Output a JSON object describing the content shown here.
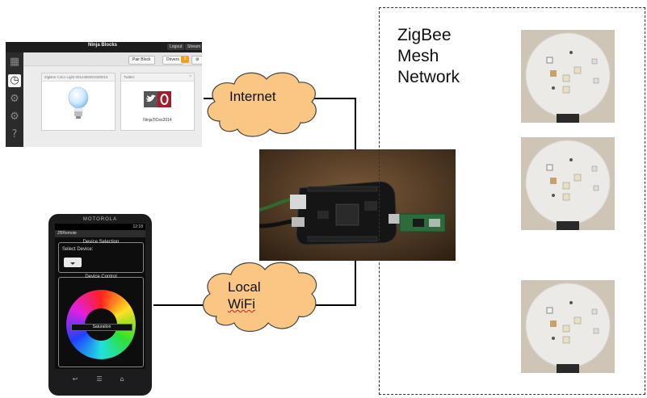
{
  "zigbee": {
    "line1": "ZigBee",
    "line2": "Mesh",
    "line3": "Network"
  },
  "clouds": {
    "internet": "Internet",
    "local_line1": "Local",
    "local_line2": "WiFi"
  },
  "dashboard": {
    "title": "Ninja Blocks",
    "logout": "Logout",
    "stream": "Stream",
    "pair_block": "Pair Block",
    "drivers": "Drivers",
    "drivers_count": "3",
    "card1_header": "ZigBee Color Light 0012480001000015",
    "card2_header": "Twitter",
    "card2_caption": "NinjaTiCes2014",
    "sidebar_icons": [
      "ninja-icon",
      "clock-icon",
      "cog-icon",
      "gear-icon",
      "help-icon"
    ]
  },
  "phone": {
    "brand": "MOTOROLA",
    "time": "12:18",
    "app_title": "ZBRemote",
    "device_selection": "Device Selection",
    "select_device": "Select Device:",
    "device_control": "Device Control",
    "saturation": "Saturation"
  },
  "colors": {
    "cloud_fill": "#f9c684",
    "cloud_stroke": "#444444",
    "line": "#000000",
    "dashed_border": "#333333"
  }
}
